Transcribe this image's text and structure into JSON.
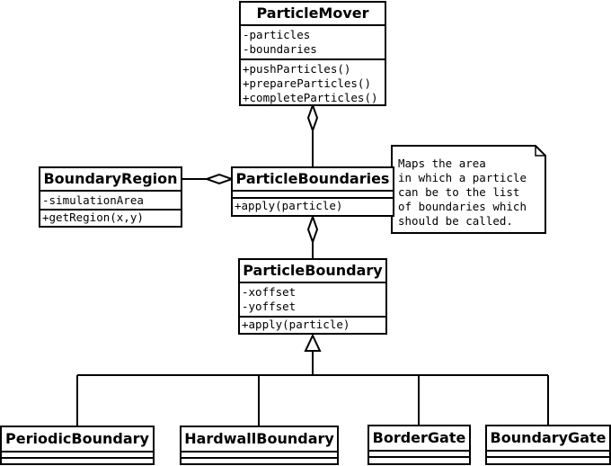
{
  "classes": {
    "particle_mover": {
      "name": "ParticleMover",
      "attributes": [
        "-particles",
        "-boundaries"
      ],
      "methods": [
        "+pushParticles()",
        "+prepareParticles()",
        "+completeParticles()"
      ]
    },
    "particle_boundaries": {
      "name": "ParticleBoundaries",
      "attributes": [],
      "methods": [
        "+apply(particle)"
      ]
    },
    "boundary_region": {
      "name": "BoundaryRegion",
      "attributes": [
        "-simulationArea"
      ],
      "methods": [
        "+getRegion(x,y)"
      ]
    },
    "particle_boundary": {
      "name": "ParticleBoundary",
      "attributes": [
        "-xoffset",
        "-yoffset"
      ],
      "methods": [
        "+apply(particle)"
      ]
    },
    "periodic_boundary": {
      "name": "PeriodicBoundary",
      "attributes": [],
      "methods": []
    },
    "hardwall_boundary": {
      "name": "HardwallBoundary",
      "attributes": [],
      "methods": []
    },
    "border_gate": {
      "name": "BorderGate",
      "attributes": [],
      "methods": []
    },
    "boundary_gate": {
      "name": "BoundaryGate",
      "attributes": [],
      "methods": []
    }
  },
  "note": {
    "lines": [
      "Maps the area",
      "in which a particle",
      "can be to the list",
      "of boundaries which",
      "should be called."
    ]
  },
  "relations": [
    {
      "type": "aggregation",
      "whole": "ParticleMover",
      "part": "ParticleBoundaries"
    },
    {
      "type": "aggregation",
      "whole": "ParticleBoundaries",
      "part": "BoundaryRegion"
    },
    {
      "type": "aggregation",
      "whole": "ParticleBoundaries",
      "part": "ParticleBoundary"
    },
    {
      "type": "generalization",
      "parent": "ParticleBoundary",
      "child": "PeriodicBoundary"
    },
    {
      "type": "generalization",
      "parent": "ParticleBoundary",
      "child": "HardwallBoundary"
    },
    {
      "type": "generalization",
      "parent": "ParticleBoundary",
      "child": "BorderGate"
    },
    {
      "type": "generalization",
      "parent": "ParticleBoundary",
      "child": "BoundaryGate"
    }
  ]
}
